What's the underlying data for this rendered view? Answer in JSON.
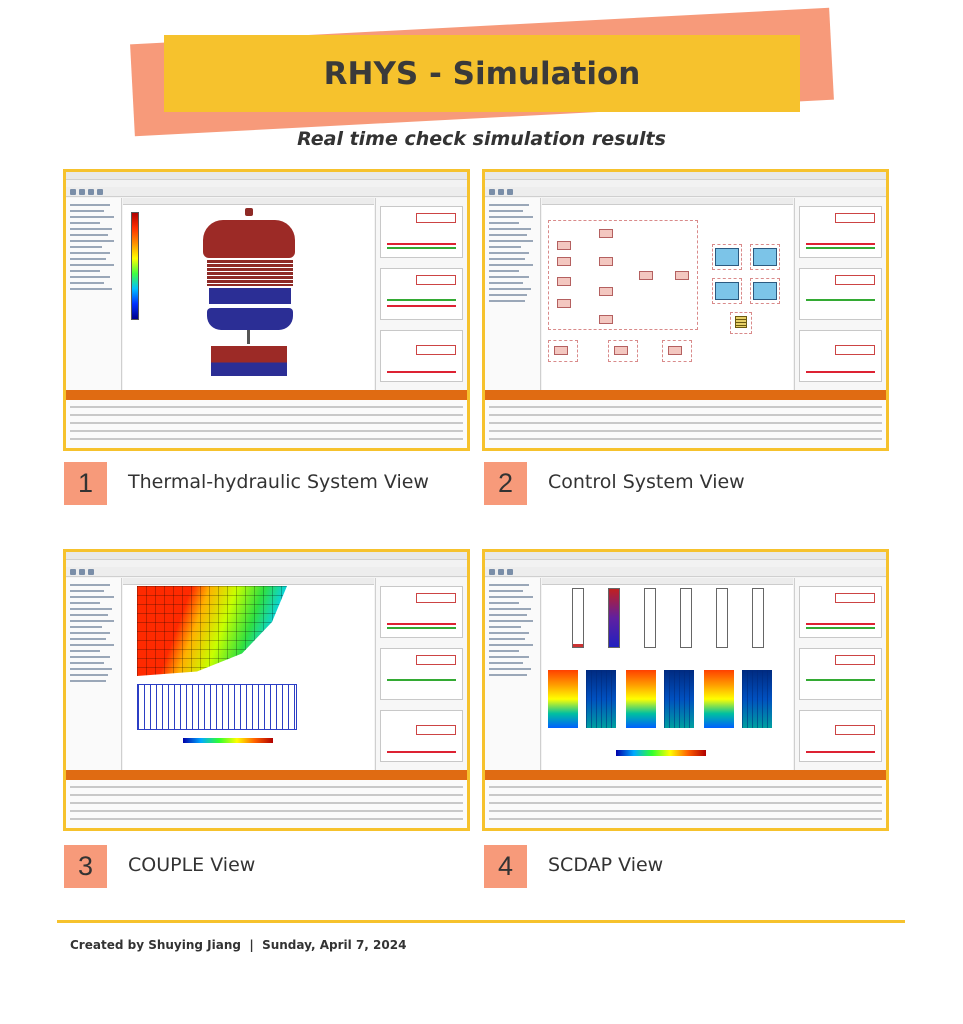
{
  "header": {
    "title": "RHYS - Simulation",
    "subtitle": "Real time check simulation results"
  },
  "views": [
    {
      "number": "1",
      "label": "Thermal-hydraulic System View"
    },
    {
      "number": "2",
      "label": "Control System View"
    },
    {
      "number": "3",
      "label": "COUPLE View"
    },
    {
      "number": "4",
      "label": "SCDAP View"
    }
  ],
  "footer": {
    "credit": "Created by Shuying Jiang  |  Sunday, April 7, 2024"
  },
  "colors": {
    "banner": "#f6c22d",
    "banner_shadow": "#f79a7a",
    "frame": "#f6c22d",
    "badge": "#f79a7a",
    "app_accent": "#e06b12"
  }
}
